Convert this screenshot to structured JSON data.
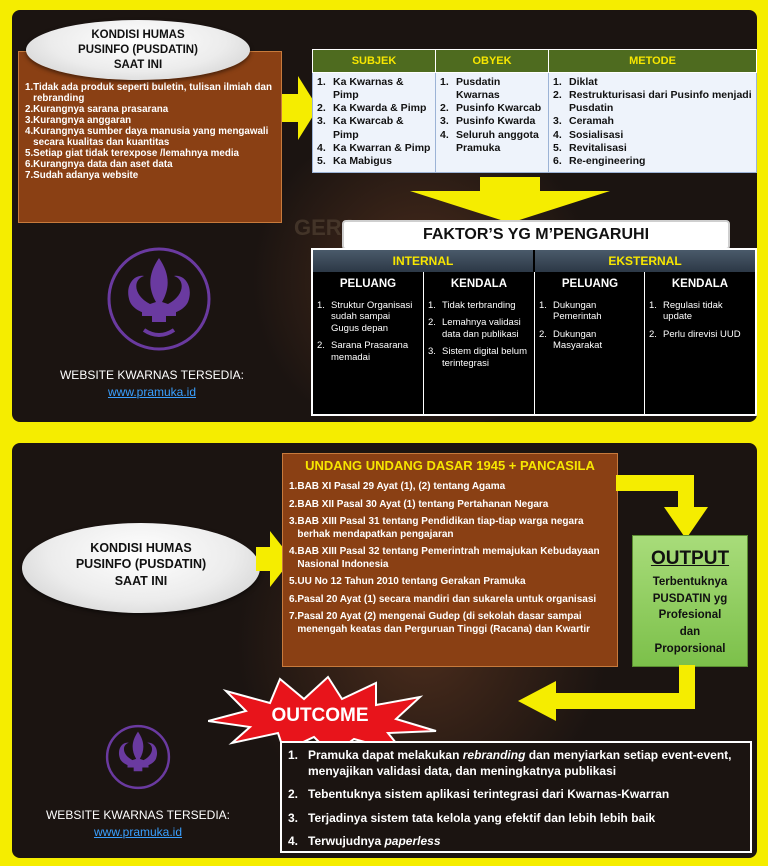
{
  "panel1": {
    "kondisi_lines": [
      "KONDISI HUMAS",
      "PUSINFO (PUSDATIN)",
      "SAAT INI"
    ],
    "kondisi_items": [
      {
        "n": "1.",
        "text": "Tidak ada produk seperti buletin, tulisan ilmiah dan rebranding"
      },
      {
        "n": "2.",
        "text": "Kurangnya sarana prasarana"
      },
      {
        "n": "3.",
        "text": "Kurangnya anggaran"
      },
      {
        "n": "4.",
        "text": "Kurangnya sumber daya manusia yang mengawali secara kualitas dan kuantitas"
      },
      {
        "n": "5.",
        "text": "Setiap giat tidak terexpose /lemahnya media"
      },
      {
        "n": "6.",
        "text": "Kurangnya data dan aset data"
      },
      {
        "n": "7.",
        "text": "Sudah adanya website"
      }
    ],
    "table": {
      "headers": [
        "SUBJEK",
        "OBYEK",
        "METODE"
      ],
      "subjek": [
        {
          "n": "1.",
          "text": "Ka Kwarnas & Pimp"
        },
        {
          "n": "2.",
          "text": "Ka Kwarda & Pimp"
        },
        {
          "n": "3.",
          "text": "Ka Kwarcab & Pimp"
        },
        {
          "n": "4.",
          "text": "Ka Kwarran & Pimp"
        },
        {
          "n": "5.",
          "text": "Ka Mabigus"
        }
      ],
      "obyek": [
        {
          "n": "1.",
          "text": "Pusdatin Kwarnas"
        },
        {
          "n": "2.",
          "text": "Pusinfo Kwarcab"
        },
        {
          "n": "3.",
          "text": "Pusinfo Kwarda"
        },
        {
          "n": "4.",
          "text": "Seluruh anggota Pramuka"
        }
      ],
      "metode": [
        {
          "n": "1.",
          "text": "Diklat"
        },
        {
          "n": "2.",
          "text": "Restrukturisasi dari Pusinfo menjadi Pusdatin"
        },
        {
          "n": "3.",
          "text": "Ceramah"
        },
        {
          "n": "4.",
          "text": "Sosialisasi"
        },
        {
          "n": "5.",
          "text": "Revitalisasi"
        },
        {
          "n": "6.",
          "text": "Re-engineering"
        }
      ]
    },
    "faktor_title": "FAKTOR’S YG M’PENGARUHI",
    "internal": {
      "title": "INTERNAL",
      "peluang_title": "PELUANG",
      "peluang": [
        {
          "n": "1.",
          "text": "Struktur Organisasi sudah sampai Gugus depan"
        },
        {
          "n": "2.",
          "text": "Sarana Prasarana memadai"
        }
      ],
      "kendala_title": "KENDALA",
      "kendala": [
        {
          "n": "1.",
          "text": "Tidak terbranding"
        },
        {
          "n": "2.",
          "text": "Lemahnya validasi data dan publikasi"
        },
        {
          "n": "3.",
          "text": "Sistem digital belum terintegrasi"
        }
      ]
    },
    "eksternal": {
      "title": "EKSTERNAL",
      "peluang_title": "PELUANG",
      "peluang": [
        {
          "n": "1.",
          "text": "Dukungan Pemerintah"
        },
        {
          "n": "2.",
          "text": "Dukungan Masyarakat"
        }
      ],
      "kendala_title": "KENDALA",
      "kendala": [
        {
          "n": "1.",
          "text": "Regulasi tidak update"
        },
        {
          "n": "2.",
          "text": "Perlu direvisi UUD"
        }
      ]
    },
    "website_label": "WEBSITE KWARNAS TERSEDIA:",
    "website_link": "www.pramuka.id",
    "watermark_text": "GERA"
  },
  "panel2": {
    "kondisi_lines": [
      "KONDISI HUMAS",
      "PUSINFO (PUSDATIN)",
      "SAAT INI"
    ],
    "uud_title": "UNDANG UNDANG DASAR 1945 + PANCASILA",
    "uud_items": [
      {
        "n": "1.",
        "text": "BAB XI Pasal 29  Ayat (1), (2) tentang Agama"
      },
      {
        "n": "2.",
        "text": "BAB XII  Pasal 30 Ayat (1) tentang Pertahanan Negara"
      },
      {
        "n": "3.",
        "text": "BAB XIII Pasal 31 tentang Pendidikan tiap-tiap warga negara berhak mendapatkan pengajaran"
      },
      {
        "n": "4.",
        "text": "BAB XIII Pasal 32 tentang Pemerintrah memajukan Kebudayaan Nasional Indonesia"
      },
      {
        "n": "5.",
        "text": "UU No 12 Tahun 2010 tentang Gerakan Pramuka"
      },
      {
        "n": "6.",
        "text": "Pasal 20 Ayat (1)  secara mandiri dan sukarela untuk organisasi"
      },
      {
        "n": "7.",
        "text": "Pasal 20 Ayat (2) mengenai Gudep (di sekolah dasar sampai menengah keatas dan Perguruan Tinggi (Racana) dan Kwartir"
      }
    ],
    "output_title": "OUTPUT",
    "output_lines": [
      "Terbentuknya",
      "PUSDATIN yg",
      "Profesional",
      "dan",
      "Proporsional"
    ],
    "outcome_label": "OUTCOME",
    "outcome_items": [
      {
        "n": "1.",
        "pre": "Pramuka dapat melakukan ",
        "em": "rebranding",
        "post": " dan menyiarkan setiap event-event, menyajikan validasi data, dan meningkatnya publikasi"
      },
      {
        "n": "2.",
        "pre": "Tebentuknya sistem aplikasi terintegrasi dari Kwarnas-Kwarran",
        "em": "",
        "post": ""
      },
      {
        "n": "3.",
        "pre": "Terjadinya sistem tata kelola yang efektif dan lebih lebih baik",
        "em": "",
        "post": ""
      },
      {
        "n": "4.",
        "pre": "Terwujudnya ",
        "em": "paperless",
        "post": ""
      }
    ],
    "website_label": "WEBSITE KWARNAS TERSEDIA:",
    "website_link": "www.pramuka.id"
  },
  "colors": {
    "background": "#f5ed00",
    "panel": "#1b1411",
    "brown_box": "#8a4014",
    "table_header": "#4e6b1f",
    "header_text": "#f7e600",
    "output_box": "#8fcd5a",
    "outcome_burst": "#e8141b",
    "link": "#3aa0ff",
    "fleur": "#6a3aa0"
  },
  "icons": [
    "right-arrow-icon",
    "down-arrow-icon",
    "fleur-de-lis-icon"
  ]
}
